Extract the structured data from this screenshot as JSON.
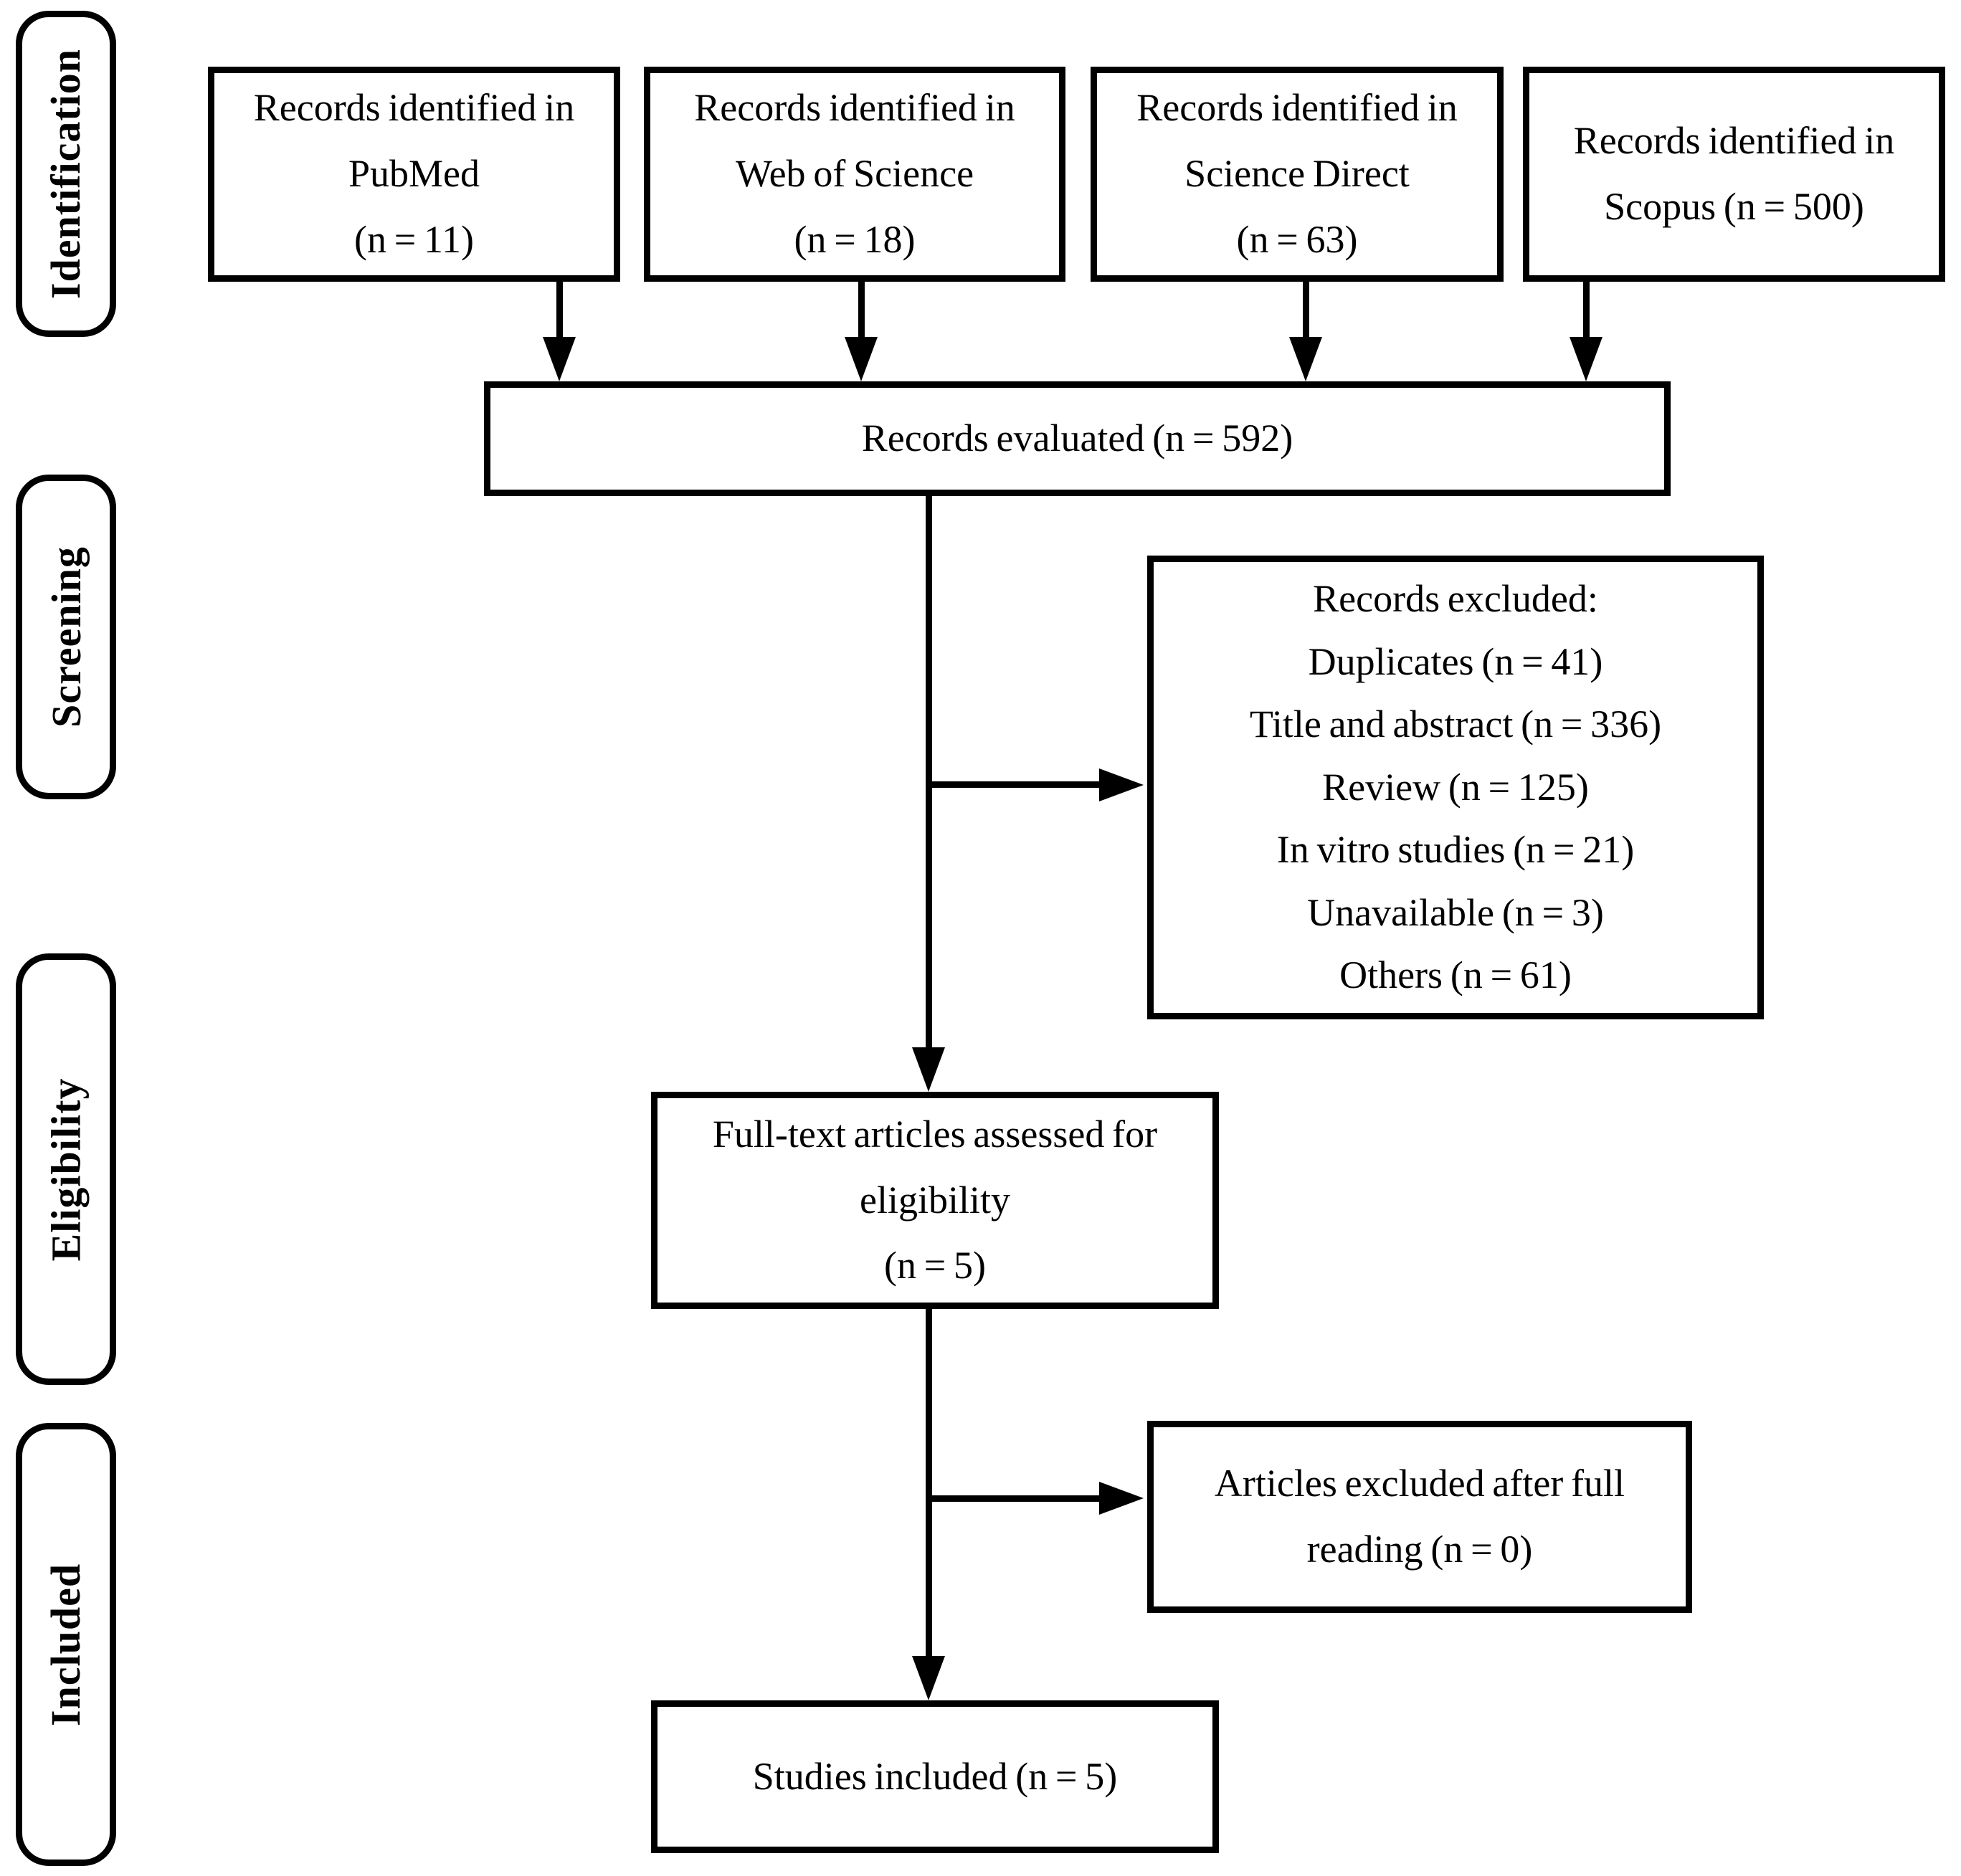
{
  "stages": [
    {
      "label": "Identification"
    },
    {
      "label": "Screening"
    },
    {
      "label": "Eligibility"
    },
    {
      "label": "Included"
    }
  ],
  "sources": [
    {
      "line1": "Records identified in",
      "line2": "PubMed",
      "line3": "(n = 11)"
    },
    {
      "line1": "Records identified in",
      "line2": "Web of Science",
      "line3": "(n = 18)"
    },
    {
      "line1": "Records identified in",
      "line2": "Science Direct",
      "line3": "(n = 63)"
    },
    {
      "line1": "Records identified in",
      "line2": "Scopus (n = 500)"
    }
  ],
  "evaluated": {
    "text": "Records evaluated (n = 592)"
  },
  "excluded": {
    "title": "Records excluded:",
    "items": [
      "Duplicates (n = 41)",
      "Title and abstract (n = 336)",
      "Review (n = 125)",
      "In vitro studies (n = 21)",
      "Unavailable (n = 3)",
      "Others (n = 61)"
    ]
  },
  "fulltext": {
    "line1": "Full-text articles assessed for",
    "line2": "eligibility",
    "line3": "(n = 5)"
  },
  "articles_excluded": {
    "line1": "Articles excluded after full",
    "line2": "reading (n = 0)"
  },
  "included": {
    "text": "Studies included (n = 5)"
  }
}
